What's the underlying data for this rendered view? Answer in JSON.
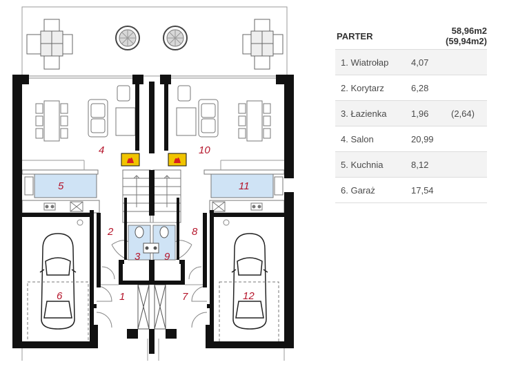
{
  "plan": {
    "rooms": [
      {
        "id": "1",
        "label": "1"
      },
      {
        "id": "2",
        "label": "2"
      },
      {
        "id": "3",
        "label": "3"
      },
      {
        "id": "4",
        "label": "4"
      },
      {
        "id": "5",
        "label": "5"
      },
      {
        "id": "6",
        "label": "6"
      },
      {
        "id": "7",
        "label": "7"
      },
      {
        "id": "8",
        "label": "8"
      },
      {
        "id": "9",
        "label": "9"
      },
      {
        "id": "10",
        "label": "10"
      },
      {
        "id": "11",
        "label": "11"
      },
      {
        "id": "12",
        "label": "12"
      }
    ],
    "colors": {
      "wall": "#111111",
      "line": "#8a8a8a",
      "wet_room": "#cfe3f5",
      "counter": "#cfe3f5",
      "room_label": "#b5152b",
      "fireplace": "#f0c400"
    }
  },
  "table": {
    "title": "PARTER",
    "total": "58,96m2 (59,94m2)",
    "rows": [
      {
        "name": "1. Wiatrołap",
        "area": "4,07",
        "extra": ""
      },
      {
        "name": "2. Korytarz",
        "area": "6,28",
        "extra": ""
      },
      {
        "name": "3. Łazienka",
        "area": "1,96",
        "extra": "(2,64)"
      },
      {
        "name": "4. Salon",
        "area": "20,99",
        "extra": ""
      },
      {
        "name": "5. Kuchnia",
        "area": "8,12",
        "extra": ""
      },
      {
        "name": "6. Garaż",
        "area": "17,54",
        "extra": ""
      }
    ]
  }
}
